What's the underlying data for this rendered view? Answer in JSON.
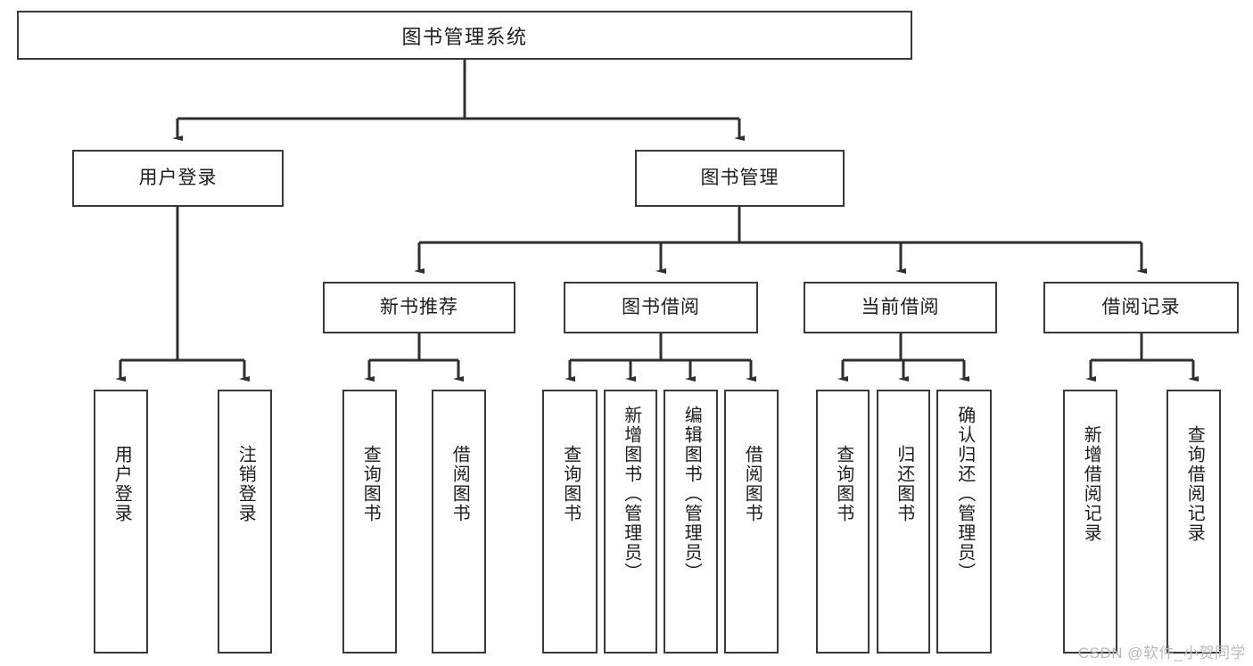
{
  "diagram": {
    "type": "tree-hierarchy-chart",
    "title": "图书管理系统",
    "watermark": "CSDN @软件_小贺同学",
    "colors": {
      "box_border": "#3a3a3a",
      "box_fill": "#ffffff",
      "line": "#2f2f2f",
      "text": "#1d1d1d",
      "watermark": "#b9b9b9",
      "background": "#ffffff"
    },
    "root": {
      "label": "图书管理系统"
    },
    "level2": [
      {
        "id": "user-login",
        "label": "用户登录"
      },
      {
        "id": "book-management",
        "label": "图书管理"
      }
    ],
    "level3": [
      {
        "id": "new-book-recommend",
        "label": "新书推荐"
      },
      {
        "id": "book-borrow",
        "label": "图书借阅"
      },
      {
        "id": "current-borrow",
        "label": "当前借阅"
      },
      {
        "id": "borrow-record",
        "label": "借阅记录"
      }
    ],
    "leaves": {
      "user_login": [
        {
          "id": "leaf-user-login",
          "label": "用户登录"
        },
        {
          "id": "leaf-logout-login",
          "label": "注销登录"
        }
      ],
      "new_book_recommend": [
        {
          "id": "leaf-query-book-1",
          "label": "查询图书"
        },
        {
          "id": "leaf-borrow-book-1",
          "label": "借阅图书"
        }
      ],
      "book_borrow": [
        {
          "id": "leaf-query-book-2",
          "label": "查询图书"
        },
        {
          "id": "leaf-add-book",
          "label": "新增图书（管理员）"
        },
        {
          "id": "leaf-edit-book",
          "label": "编辑图书（管理员）"
        },
        {
          "id": "leaf-borrow-book-2",
          "label": "借阅图书"
        }
      ],
      "current_borrow": [
        {
          "id": "leaf-query-book-3",
          "label": "查询图书"
        },
        {
          "id": "leaf-return-book",
          "label": "归还图书"
        },
        {
          "id": "leaf-confirm-return",
          "label": "确认归还（管理员）"
        }
      ],
      "borrow_record": [
        {
          "id": "leaf-add-borrow-record",
          "label": "新增借阅记录"
        },
        {
          "id": "leaf-query-borrow-record",
          "label": "查询借阅记录"
        }
      ]
    }
  }
}
